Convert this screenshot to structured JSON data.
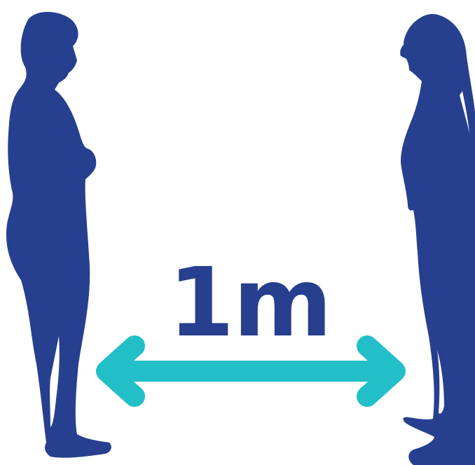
{
  "illustration": {
    "distance_label": "1m",
    "colors": {
      "figure": "#263F8F",
      "arrow": "#22BFC8",
      "background": "#FFFFFF"
    },
    "icons": {
      "left_figure": "standing-woman-silhouette-facing-right",
      "right_figure": "standing-woman-silhouette-facing-left",
      "arrow": "double-headed-arrow"
    }
  }
}
